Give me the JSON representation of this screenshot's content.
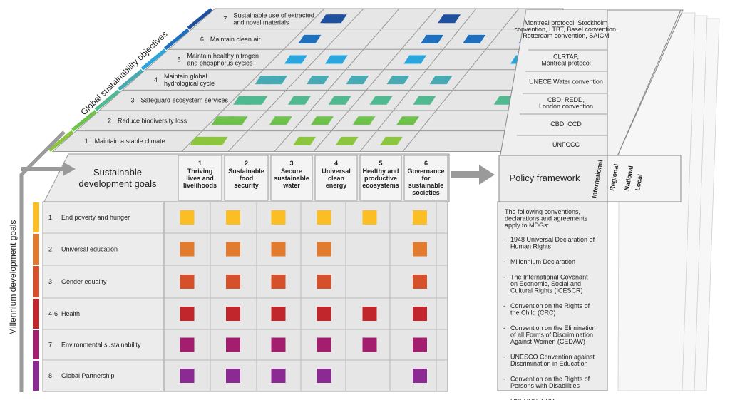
{
  "colors": {
    "sdg_header_fill": "#ececec",
    "grid_fill": "#e6e6e6",
    "grid_line": "#999999",
    "arrow": "#9a9a9a",
    "obj_colors": [
      "#8cc63f",
      "#6cc24a",
      "#4fb990",
      "#47a9b2",
      "#2ba6dc",
      "#1e6fbe",
      "#1f4f9f"
    ],
    "mdg_colors": [
      "#fbbf25",
      "#e27b2e",
      "#d6502c",
      "#c1262c",
      "#a41e6f",
      "#8b2a92"
    ]
  },
  "global_objectives": {
    "title": "Global sustainability objectives",
    "rows": [
      {
        "num": "7",
        "label": [
          "Sustainable use of extracted",
          "and novel materials"
        ],
        "marks": [
          true,
          true,
          false,
          false,
          true,
          false,
          true
        ]
      },
      {
        "num": "6",
        "label": [
          "Maintain clean air"
        ],
        "marks": [
          true,
          false,
          false,
          false,
          true,
          true,
          true
        ]
      },
      {
        "num": "5",
        "label": [
          "Maintain healthy nitrogen",
          "and phosphorus cycles"
        ],
        "marks": [
          false,
          true,
          true,
          false,
          true,
          false,
          true
        ]
      },
      {
        "num": "4",
        "label": [
          "Maintain global",
          "hydrological cycle"
        ],
        "marks": [
          true,
          true,
          true,
          true,
          true,
          true,
          false
        ]
      },
      {
        "num": "3",
        "label": [
          "Safeguard ecosystem services"
        ],
        "marks": [
          true,
          true,
          true,
          true,
          true,
          true,
          true
        ]
      },
      {
        "num": "2",
        "label": [
          "Reduce biodiversity loss"
        ],
        "marks": [
          true,
          true,
          true,
          true,
          true,
          true,
          false
        ]
      },
      {
        "num": "1",
        "label": [
          "Maintain a stable climate"
        ],
        "marks": [
          true,
          true,
          false,
          true,
          true,
          true,
          false
        ]
      }
    ]
  },
  "sdg": {
    "title": [
      "Sustainable",
      "development goals"
    ],
    "columns": [
      {
        "num": "1",
        "label": [
          "Thriving",
          "lives and",
          "livelihoods"
        ]
      },
      {
        "num": "2",
        "label": [
          "Sustainable",
          "food",
          "security"
        ]
      },
      {
        "num": "3",
        "label": [
          "Secure",
          "sustainable",
          "water"
        ]
      },
      {
        "num": "4",
        "label": [
          "Universal",
          "clean",
          "energy"
        ]
      },
      {
        "num": "5",
        "label": [
          "Healthy and",
          "productive",
          "ecosystems"
        ]
      },
      {
        "num": "6",
        "label": [
          "Governance",
          "for",
          "sustainable",
          "societies"
        ]
      }
    ]
  },
  "mdg": {
    "title": "Millennium development goals",
    "rows": [
      {
        "num": "1",
        "label": "End poverty and hunger",
        "marks": [
          true,
          true,
          true,
          true,
          true,
          true
        ]
      },
      {
        "num": "2",
        "label": "Universal education",
        "marks": [
          true,
          true,
          true,
          true,
          false,
          true
        ]
      },
      {
        "num": "3",
        "label": "Gender equality",
        "marks": [
          true,
          true,
          true,
          true,
          false,
          true
        ]
      },
      {
        "num": "4-6",
        "label": "Health",
        "marks": [
          true,
          true,
          true,
          true,
          true,
          true
        ]
      },
      {
        "num": "7",
        "label": "Environmental sustainability",
        "marks": [
          true,
          true,
          true,
          true,
          true,
          true
        ]
      },
      {
        "num": "8",
        "label": "Global Partnership",
        "marks": [
          true,
          true,
          true,
          true,
          false,
          true
        ]
      }
    ]
  },
  "policy": {
    "title": "Policy framework",
    "levels": [
      "International",
      "Regional",
      "National",
      "Local"
    ],
    "conventions": [
      [
        "Montreal protocol, Stockholm",
        "convention, LTBT, Basel convention,",
        "Rotterdam convention, SAICM"
      ],
      [
        "CLRTAP,",
        "Montreal protocol"
      ],
      [
        "UNECE Water convention"
      ],
      [
        "CBD, REDD,",
        "London convention"
      ],
      [
        "CBD, CCD"
      ],
      [
        "UNFCCC"
      ]
    ],
    "mdg_intro": [
      "The following conventions,",
      "declarations and agreements",
      "apply to MDGs:"
    ],
    "mdg_items": [
      [
        "1948 Universal Declaration of",
        "Human Rights"
      ],
      [
        "Millennium Declaration"
      ],
      [
        "The International Covenant",
        "on Economic, Social and",
        "Cultural Rights (ICESCR)"
      ],
      [
        "Convention on the Rights of",
        "the Child (CRC)"
      ],
      [
        "Convention on the Elimination",
        "of all Forms of Discrimination",
        "Against Women (CEDAW)"
      ],
      [
        "UNESCO Convention against",
        "Discrimination in Education"
      ],
      [
        "Convention on the Rights of",
        "Persons with Disabilities"
      ],
      [
        "UNFCCC, CBD"
      ]
    ]
  }
}
